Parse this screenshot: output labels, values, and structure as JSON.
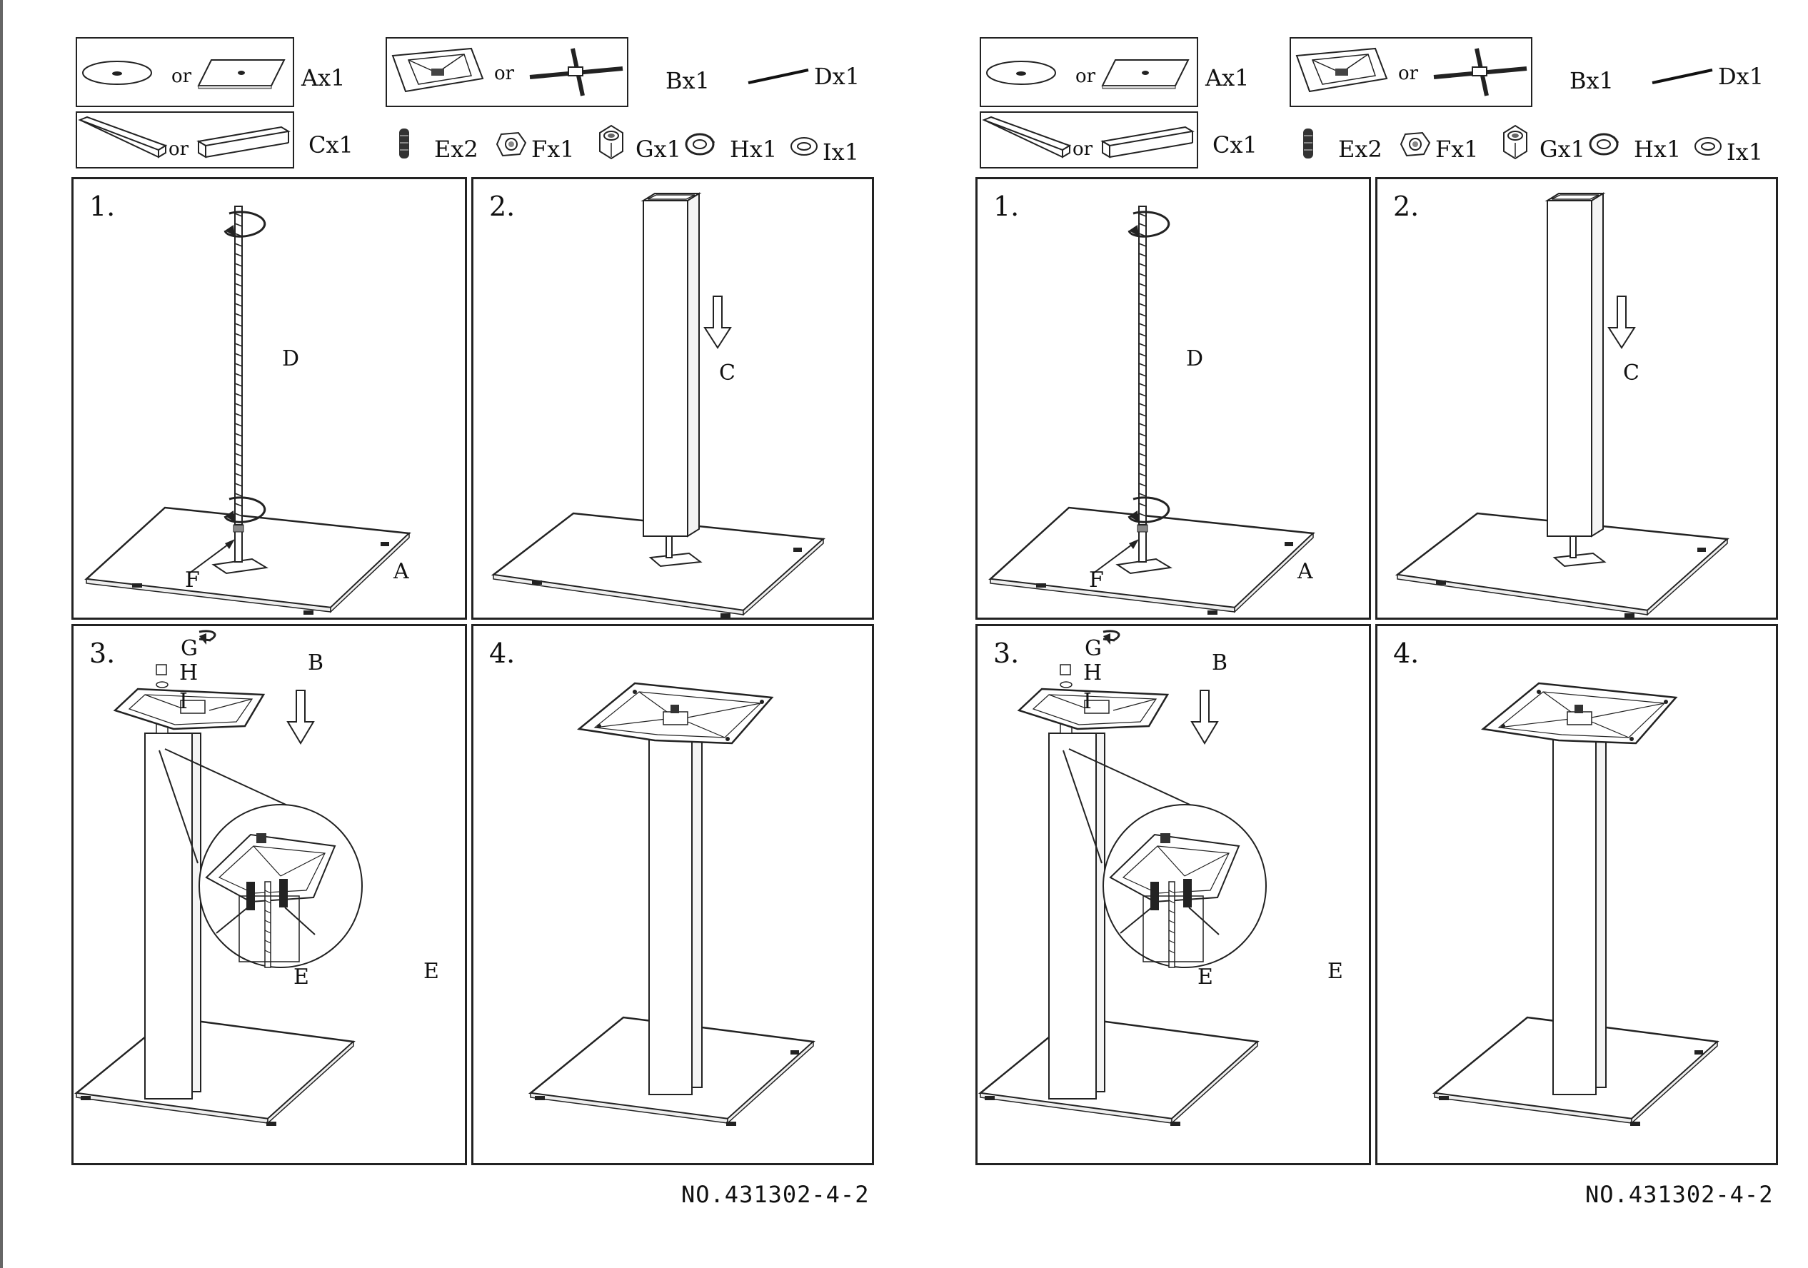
{
  "parts": {
    "or": "or",
    "a": "Ax1",
    "b": "Bx1",
    "c": "Cx1",
    "d": "Dx1",
    "e": "Ex2",
    "f": "Fx1",
    "g": "Gx1",
    "h": "Hx1",
    "i": "Ix1"
  },
  "steps": [
    {
      "number": "1.",
      "labels": {
        "d": "D",
        "f": "F",
        "a": "A"
      }
    },
    {
      "number": "2.",
      "labels": {
        "c": "C"
      }
    },
    {
      "number": "3.",
      "labels": {
        "g": "G",
        "h": "H",
        "i": "I",
        "b": "B",
        "e1": "E",
        "e2": "E"
      }
    },
    {
      "number": "4.",
      "labels": {}
    }
  ],
  "footer": "NO.431302-4-2",
  "colors": {
    "ink": "#222222",
    "paper": "#ffffff",
    "edge_bar": "#666666"
  }
}
